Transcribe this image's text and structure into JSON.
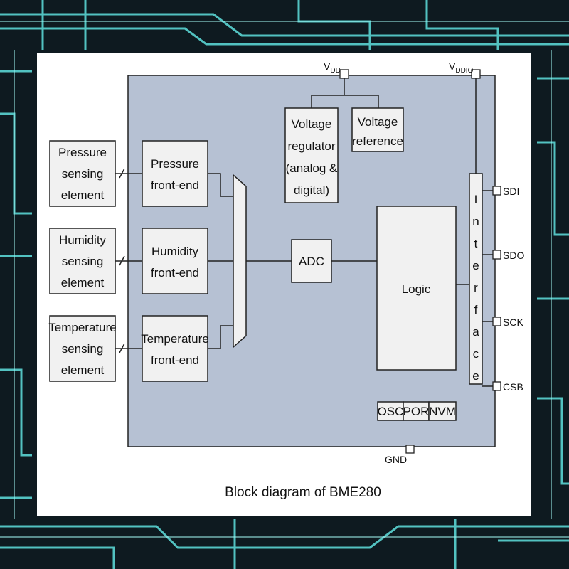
{
  "sensors": [
    {
      "line1": "Pressure",
      "line2": "sensing",
      "line3": "element"
    },
    {
      "line1": "Humidity",
      "line2": "sensing",
      "line3": "element"
    },
    {
      "line1": "Temperature",
      "line2": "sensing",
      "line3": "element"
    }
  ],
  "frontends": [
    {
      "line1": "Pressure",
      "line2": "front-end"
    },
    {
      "line1": "Humidity",
      "line2": "front-end"
    },
    {
      "line1": "Temperature",
      "line2": "front-end"
    }
  ],
  "regulator": {
    "line1": "Voltage",
    "line2": "regulator",
    "line3": "(analog &",
    "line4": "digital)"
  },
  "reference": {
    "line1": "Voltage",
    "line2": "reference"
  },
  "adc": "ADC",
  "logic": "Logic",
  "interface_letters": [
    "I",
    "n",
    "t",
    "e",
    "r",
    "f",
    "a",
    "c",
    "e"
  ],
  "small_blocks": [
    "OSC",
    "POR",
    "NVM"
  ],
  "pins": {
    "vdd": {
      "main": "V",
      "sub": "DD"
    },
    "vddio": {
      "main": "V",
      "sub": "DDIO"
    },
    "gnd": "GND",
    "sdi": "SDI",
    "sdo": "SDO",
    "sck": "SCK",
    "csb": "CSB"
  },
  "caption": "Block diagram of BME280",
  "colors": {
    "chip_fill": "#b6c1d3",
    "block_fill": "#f1f1f1",
    "background": "#0e1a20",
    "trace": "#5fe0de"
  }
}
